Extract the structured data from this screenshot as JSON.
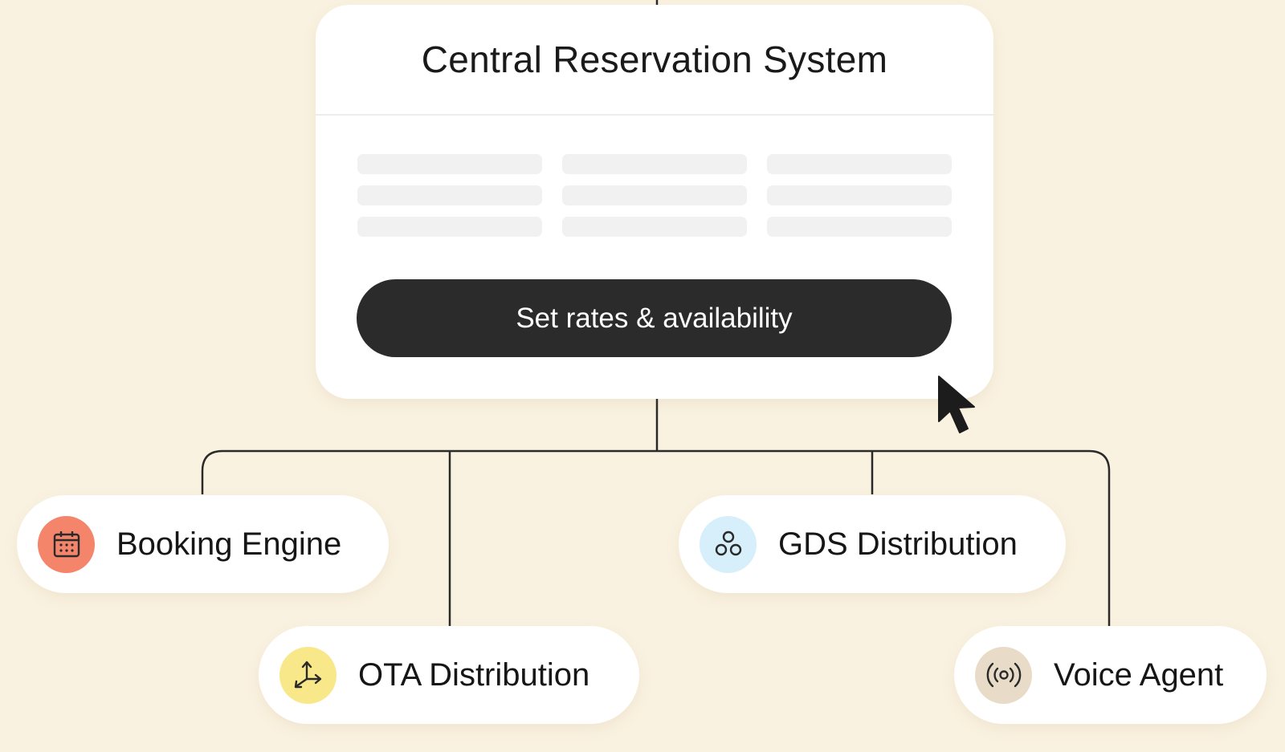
{
  "crs": {
    "title": "Central Reservation System",
    "button_label": "Set rates & availability"
  },
  "channels": [
    {
      "label": "Booking Engine",
      "icon": "calendar-icon",
      "icon_bg": "#f4846a"
    },
    {
      "label": "GDS Distribution",
      "icon": "network-nodes-icon",
      "icon_bg": "#d6effb"
    },
    {
      "label": "OTA Distribution",
      "icon": "split-arrows-icon",
      "icon_bg": "#f9e88a"
    },
    {
      "label": "Voice Agent",
      "icon": "broadcast-icon",
      "icon_bg": "#e8dcc8"
    }
  ],
  "colors": {
    "background": "#faf2e1",
    "card": "#ffffff",
    "button": "#2b2b2b",
    "connector": "#2a2a2a"
  }
}
